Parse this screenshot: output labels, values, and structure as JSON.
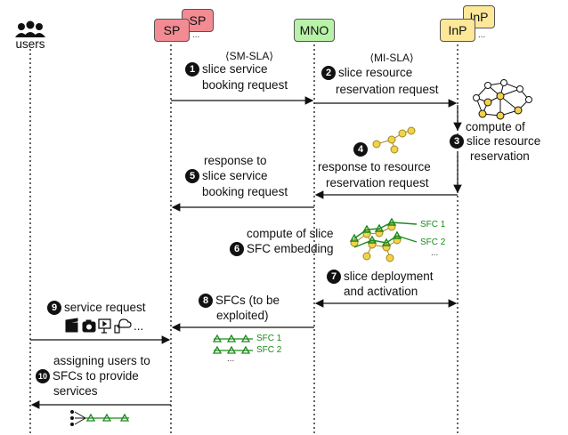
{
  "actors": {
    "users": "users",
    "sp_back": "SP",
    "sp_front": "SP",
    "sp_more": "...",
    "mno": "MNO",
    "inp_back": "InP",
    "inp_front": "InP",
    "inp_more": "..."
  },
  "steps": {
    "s1_sla": "⟨SM-SLA⟩",
    "s1_num": "1",
    "s1_line1": "slice service",
    "s1_line2": "booking request",
    "s2_sla": "⟨MI-SLA⟩",
    "s2_num": "2",
    "s2_line1": "slice resource",
    "s2_line2": "reservation request",
    "s3_num": "3",
    "s3_line1": "compute of",
    "s3_line2": "slice resource",
    "s3_line3": "reservation",
    "s4_num": "4",
    "s4_line1": "response to resource",
    "s4_line2": "reservation request",
    "s5_num": "5",
    "s5_line1": "response to",
    "s5_line2": "slice service",
    "s5_line3": "booking request",
    "s6_num": "6",
    "s6_line1": "compute of slice",
    "s6_line2": "SFC embedding",
    "s7_num": "7",
    "s7_line1": "slice deployment",
    "s7_line2": "and activation",
    "s8_num": "8",
    "s8_line1": "SFCs (to be",
    "s8_line2": "exploited)",
    "s9_num": "9",
    "s9_line1": "service request",
    "s9_more": "...",
    "s10_num": "10",
    "s10_line1": "assigning users to",
    "s10_line2": "SFCs to provide",
    "s10_line3": "services"
  },
  "sfc_labels": {
    "embed_sfc1": "SFC 1",
    "embed_sfc2": "SFC 2",
    "embed_more": "...",
    "list_sfc1": "SFC 1",
    "list_sfc2": "SFC 2",
    "list_more": "..."
  },
  "colors": {
    "sp": "#f28b93",
    "mno": "#b8f2a8",
    "inp": "#fde89a",
    "node_yellow": "#f2d24a",
    "sfc_green": "#1a8a1a"
  }
}
